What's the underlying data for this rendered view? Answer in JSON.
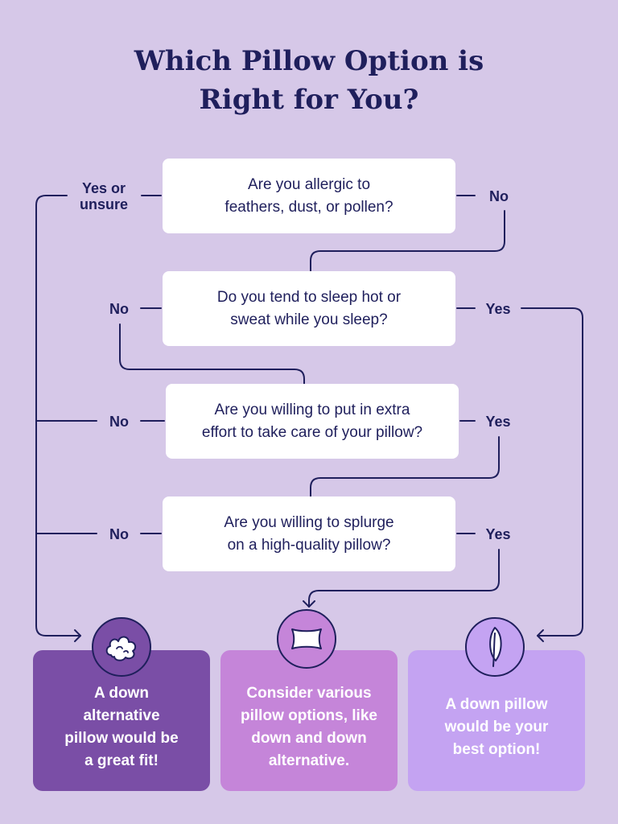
{
  "title": {
    "line1": "Which Pillow Option is",
    "line2": "Right for You?"
  },
  "questions": [
    {
      "line1": "Are you allergic to",
      "line2": "feathers, dust, or pollen?"
    },
    {
      "line1": "Do you tend to sleep hot or",
      "line2": "sweat while you sleep?"
    },
    {
      "line1": "Are you willing to put in extra",
      "line2": "effort to take care of your pillow?"
    },
    {
      "line1": "Are you willing to splurge",
      "line2": "on a high-quality pillow?"
    }
  ],
  "labels": {
    "q1_left_line1": "Yes or",
    "q1_left_line2": "unsure",
    "q1_right": "No",
    "q2_left": "No",
    "q2_right": "Yes",
    "q3_left": "No",
    "q3_right": "Yes",
    "q4_left": "No",
    "q4_right": "Yes"
  },
  "results": [
    {
      "icon": "cotton-icon",
      "color": "#7a4ea6",
      "lines": [
        "A down",
        "alternative",
        "pillow would be",
        "a great fit!"
      ]
    },
    {
      "icon": "pillow-icon",
      "color": "#c585d9",
      "lines": [
        "Consider various",
        "pillow options, like",
        "down and down",
        "alternative."
      ]
    },
    {
      "icon": "feather-icon",
      "color": "#c4a3f2",
      "lines": [
        "A down pillow",
        "would be your",
        "best option!"
      ]
    }
  ],
  "colors": {
    "background": "#d6c8e8",
    "ink": "#1f1f5c",
    "box": "#ffffff"
  }
}
